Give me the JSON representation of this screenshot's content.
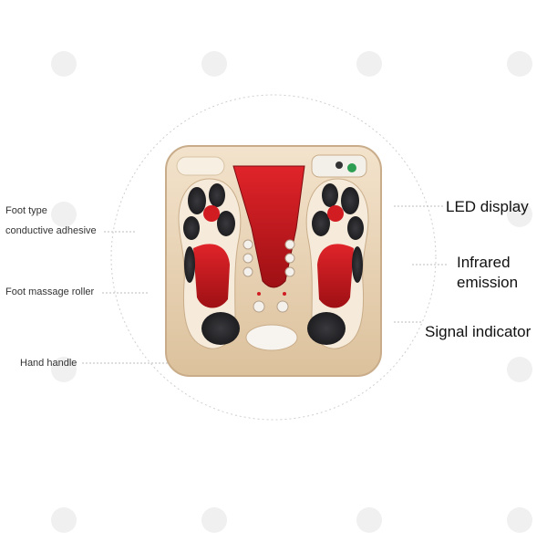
{
  "labels": {
    "left": {
      "foot_type_line1": "Foot type",
      "foot_type_line2": "conductive adhesive",
      "foot_massage_roller": "Foot massage roller",
      "hand_handle": "Hand handle"
    },
    "right": {
      "led_display": "LED display",
      "infrared_line1": "Infrared",
      "infrared_line2": "emission",
      "signal_indicator": "Signal indicator"
    }
  },
  "colors": {
    "device_body": "#e8d3b8",
    "device_edge": "#c9ad8a",
    "infrared_red": "#c8181c",
    "pad_dark": "#2a2a2e",
    "circle_guide": "#c8c8c8",
    "leader_line": "#bdbdbd",
    "watermark": "#efefef"
  },
  "icons": {
    "watermark": "lotus-watermark-icon",
    "button": "round-button-icon"
  }
}
